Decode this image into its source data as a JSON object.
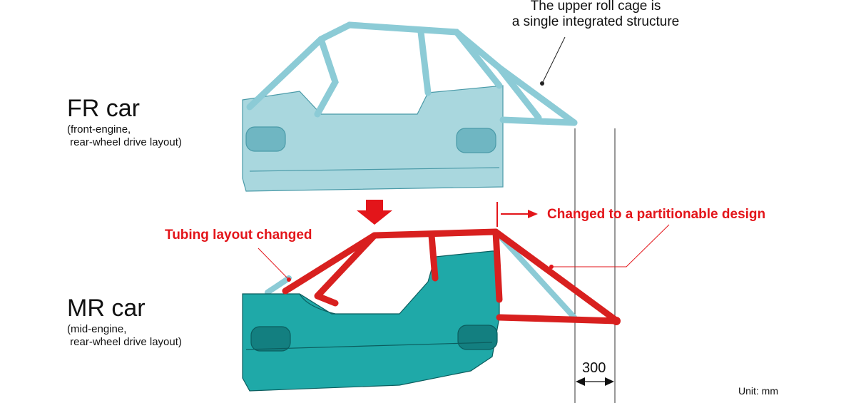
{
  "annotation_top": {
    "line1": "The upper roll cage is",
    "line2": "a single integrated structure"
  },
  "fr_car": {
    "title": "FR car",
    "sub1": "(front-engine,",
    "sub2": " rear-wheel drive layout)"
  },
  "mr_car": {
    "title": "MR car",
    "sub1": "(mid-engine,",
    "sub2": " rear-wheel drive layout)"
  },
  "callouts": {
    "tubing": "Tubing layout changed",
    "partition": "Changed to a partitionable design"
  },
  "dimension": {
    "value": "300",
    "unit": "Unit: mm"
  },
  "colors": {
    "accent": "#e3151a",
    "fr_body": "#a9d7de",
    "mr_body": "#1fa9a8"
  }
}
